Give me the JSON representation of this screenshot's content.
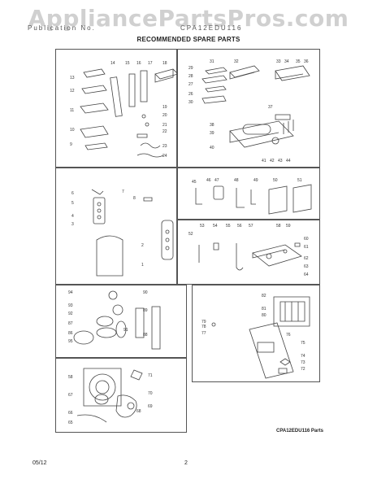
{
  "watermark": "AppliancePartsPros.com",
  "header": {
    "left": "Publication No.",
    "right": "CPA12EDU116",
    "title": "RECOMMENDED SPARE PARTS"
  },
  "ref_code": "CPA12EDU116 Parts",
  "footer": {
    "date": "05/12",
    "page": "2"
  },
  "panels": [
    {
      "id": "p1",
      "labels": [
        "13",
        "12",
        "11",
        "10",
        "9",
        "14",
        "15",
        "16",
        "17",
        "18",
        "19",
        "20",
        "21",
        "22",
        "23",
        "24"
      ]
    },
    {
      "id": "p2",
      "labels": [
        "31",
        "29",
        "28",
        "27",
        "26",
        "30",
        "32",
        "33",
        "34",
        "35",
        "36",
        "37",
        "38",
        "39",
        "40",
        "41",
        "42",
        "43",
        "44"
      ]
    },
    {
      "id": "p3",
      "labels": [
        "6",
        "5",
        "7",
        "4",
        "3",
        "8",
        "2",
        "1"
      ]
    },
    {
      "id": "p4",
      "labels": [
        "45",
        "46",
        "47",
        "48",
        "49",
        "50",
        "51"
      ]
    },
    {
      "id": "p5",
      "labels": [
        "52",
        "53",
        "54",
        "55",
        "56",
        "57",
        "58",
        "59",
        "60",
        "61",
        "62",
        "63",
        "64"
      ]
    },
    {
      "id": "p6",
      "labels": [
        "94",
        "93",
        "92",
        "87",
        "86",
        "95",
        "90",
        "91",
        "89",
        "88"
      ]
    },
    {
      "id": "p7",
      "labels": [
        "82",
        "81",
        "80",
        "79",
        "78",
        "77",
        "76",
        "75",
        "74",
        "73",
        "72"
      ]
    },
    {
      "id": "p8",
      "labels": [
        "58",
        "67",
        "66",
        "65",
        "71",
        "70",
        "69",
        "68"
      ]
    }
  ]
}
